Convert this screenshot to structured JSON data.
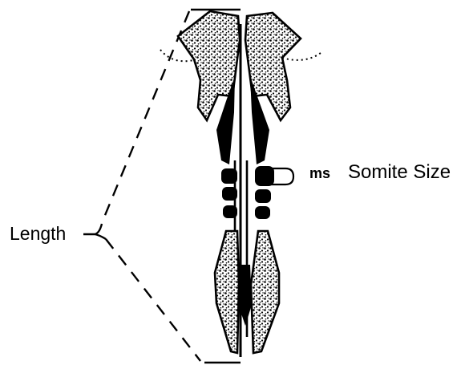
{
  "diagram": {
    "labels": {
      "length": "Length",
      "ms": "ms",
      "somite_size": "Somite Size"
    },
    "colors": {
      "ink": "#000000",
      "paper": "#ffffff"
    }
  }
}
